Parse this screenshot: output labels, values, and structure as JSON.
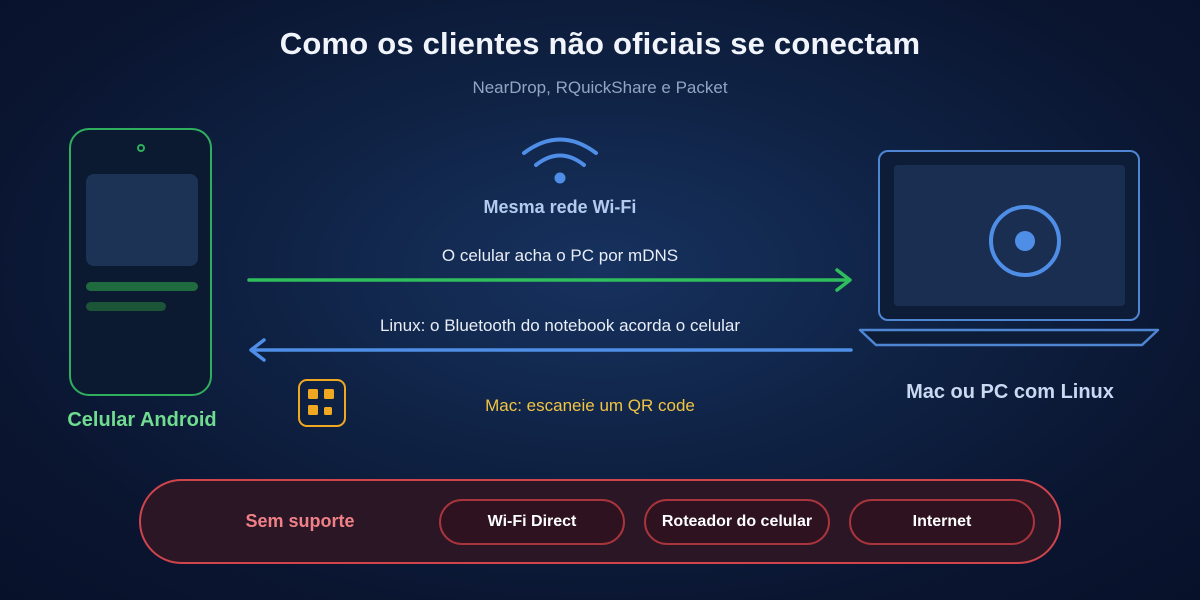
{
  "header": {
    "title": "Como os clientes não oficiais se conectam",
    "subtitle": "NearDrop, RQuickShare e Packet"
  },
  "phone": {
    "label": "Celular Android",
    "icon": "android-phone-icon"
  },
  "laptop": {
    "label": "Mac ou PC com Linux",
    "icon": "laptop-icon"
  },
  "wifi": {
    "label": "Mesma rede Wi-Fi",
    "icon": "wifi-icon"
  },
  "arrows": {
    "discovery": "O celular acha o PC por mDNS",
    "bluetooth": "Linux: o Bluetooth do notebook acorda o celular"
  },
  "qr": {
    "label": "Mac: escaneie um QR code",
    "icon": "qr-code-icon"
  },
  "unsupported": {
    "label": "Sem suporte",
    "items": [
      "Wi-Fi Direct",
      "Roteador do celular",
      "Internet"
    ]
  },
  "colors": {
    "background": "#0f2244",
    "android_green": "#2fae5e",
    "laptop_blue": "#4f86d4",
    "qr_orange": "#f0a721",
    "unsupported_red": "#d0444c"
  }
}
